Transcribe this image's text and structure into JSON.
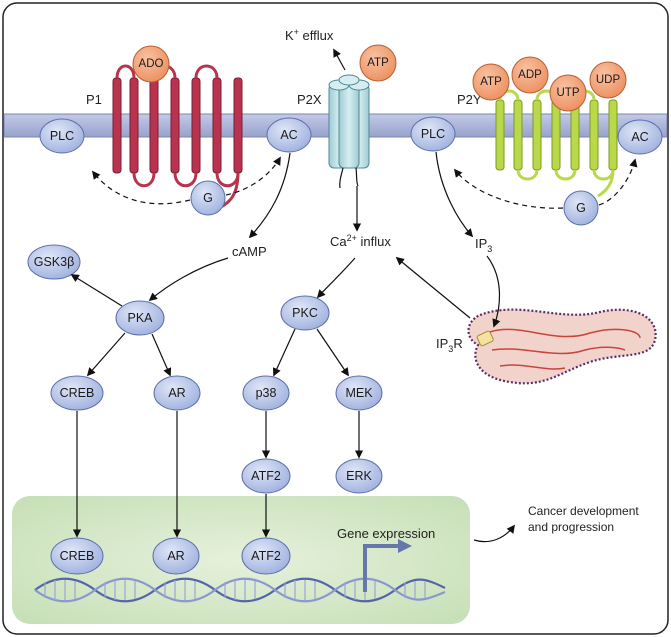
{
  "colors": {
    "membrane": "#a9b3d6",
    "node_fill": "#b9c6ea",
    "node_stroke": "#5b6fa8",
    "ligand_fill": "#f4a57c",
    "ligand_stroke": "#b85f35",
    "p1_receptor": "#b8334e",
    "p2x_channel": "#b9dde3",
    "p2y_receptor": "#b9d84a",
    "nucleus": "#d4e8c8",
    "er": "#f1d3cc"
  },
  "receptors": {
    "p1": "P1",
    "p2x": "P2X",
    "p2y": "P2Y"
  },
  "ligands": {
    "ado": "ADO",
    "atp_p2x": "ATP",
    "atp_p2y": "ATP",
    "adp": "ADP",
    "utp": "UTP",
    "udp": "UDP"
  },
  "membrane_nodes": {
    "plc_left": "PLC",
    "ac_left": "AC",
    "g_left": "G",
    "plc_right": "PLC",
    "ac_right": "AC",
    "g_right": "G"
  },
  "labels": {
    "k_efflux_main": "K",
    "k_efflux_sup": "+",
    "k_efflux_rest": " efflux",
    "camp": "cAMP",
    "ca_main": "Ca",
    "ca_sup": "2+",
    "ca_rest": " influx",
    "ip3_main": "IP",
    "ip3_sub": "3",
    "ip3r_main": "IP",
    "ip3r_sub": "3",
    "ip3r_rest": "R",
    "gene_expression": "Gene expression",
    "outcome_line1": "Cancer development",
    "outcome_line2": "and progression"
  },
  "cytoplasm_nodes": {
    "gsk3b": "GSK3β",
    "pka": "PKA",
    "creb": "CREB",
    "ar": "AR",
    "pkc": "PKC",
    "p38": "p38",
    "mek": "MEK",
    "atf2": "ATF2",
    "erk": "ERK"
  },
  "nuclear_nodes": {
    "creb": "CREB",
    "ar": "AR",
    "atf2": "ATF2"
  }
}
